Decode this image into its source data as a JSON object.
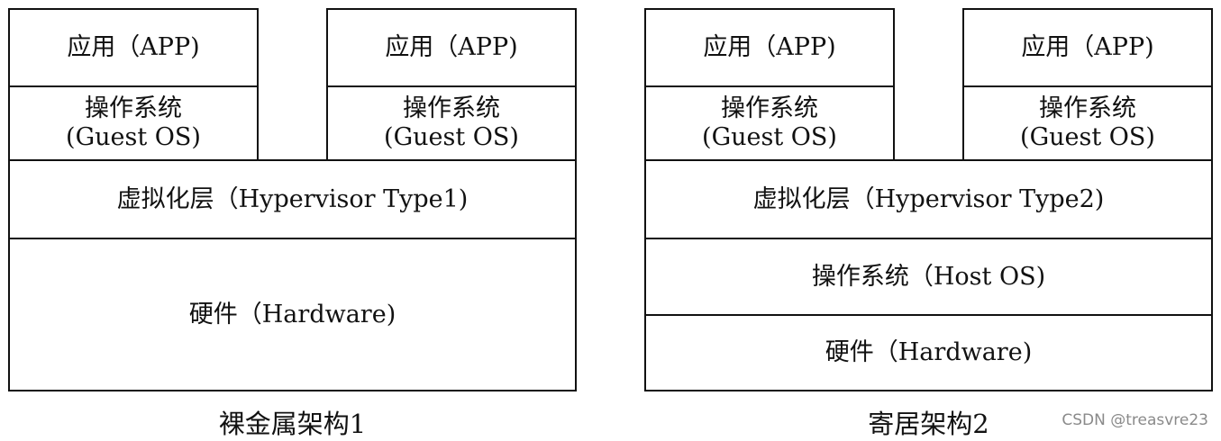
{
  "left": {
    "app_1": "应用（APP)",
    "app_2": "应用（APP)",
    "guest_os_1": {
      "line1": "操作系统",
      "line2": "(Guest OS)"
    },
    "guest_os_2": {
      "line1": "操作系统",
      "line2": "(Guest OS)"
    },
    "hypervisor": "虚拟化层（Hypervisor Type1)",
    "hardware": "硬件（Hardware)",
    "caption": "裸金属架构1"
  },
  "right": {
    "app_1": "应用（APP)",
    "app_2": "应用（APP)",
    "guest_os_1": {
      "line1": "操作系统",
      "line2": "(Guest OS)"
    },
    "guest_os_2": {
      "line1": "操作系统",
      "line2": "(Guest OS)"
    },
    "hypervisor": "虚拟化层（Hypervisor Type2)",
    "host_os": "操作系统（Host OS)",
    "hardware": "硬件（Hardware)",
    "caption": "寄居架构2"
  },
  "watermark": "CSDN @treasvre23"
}
